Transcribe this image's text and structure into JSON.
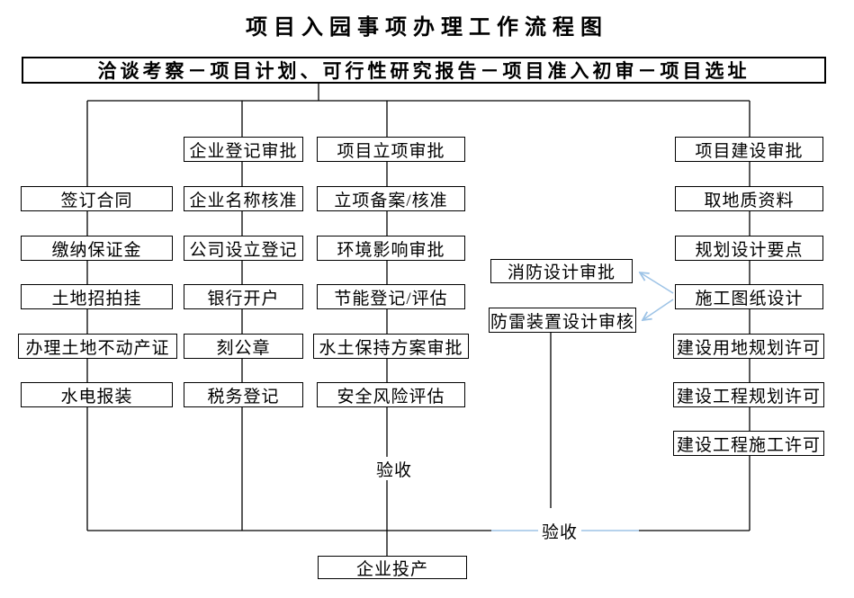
{
  "title": "项目入园事项办理工作流程图",
  "top_process": "洽谈考察－项目计划、可行性研究报告－项目准入初审－项目选址",
  "columns": {
    "land": [
      "签订合同",
      "缴纳保证金",
      "土地招拍挂",
      "办理土地不动产证",
      "水电报装"
    ],
    "enterprise": [
      "企业登记审批",
      "企业名称核准",
      "公司设立登记",
      "银行开户",
      "刻公章",
      "税务登记"
    ],
    "project": [
      "项目立项审批",
      "立项备案/核准",
      "环境影响审批",
      "节能登记/评估",
      "水土保持方案审批",
      "安全风险评估"
    ],
    "design_review": [
      "消防设计审批",
      "防雷装置设计审核"
    ],
    "construction": [
      "项目建设审批",
      "取地质资料",
      "规划设计要点",
      "施工图纸设计",
      "建设用地规划许可",
      "建设工程规划许可",
      "建设工程施工许可"
    ]
  },
  "labels": {
    "acceptance_mid": "验收",
    "acceptance_bottom": "验收",
    "final_step": "企业投产"
  },
  "colors": {
    "line": "#000000",
    "accent_blue": "#9dc3e6"
  }
}
